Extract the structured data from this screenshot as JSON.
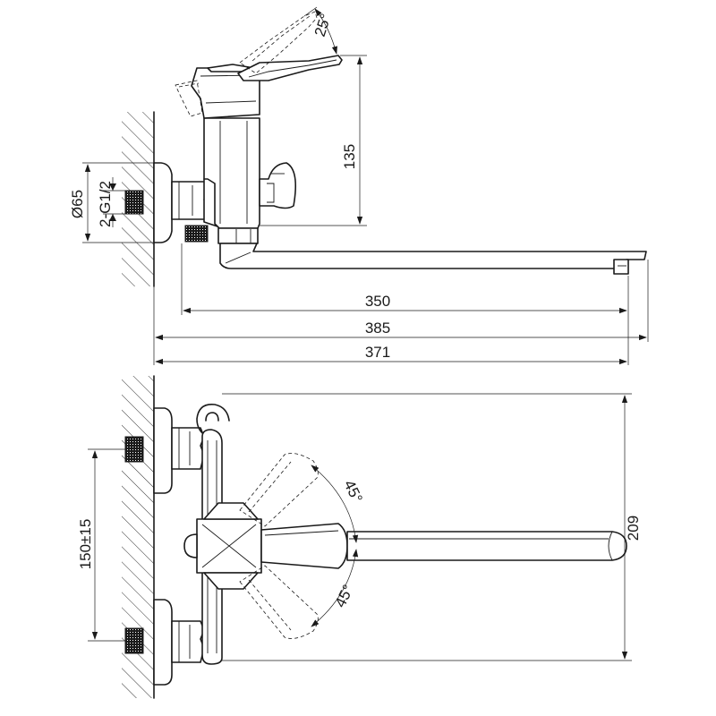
{
  "dimensions": {
    "d350": "350",
    "d385": "385",
    "d371": "371",
    "d135": "135",
    "d209": "209",
    "d150": "150±15",
    "dia65": "Ø65",
    "thread": "2-G1/2",
    "angle_lever": "25°",
    "angle_top": "45°",
    "angle_bottom": "45°"
  }
}
